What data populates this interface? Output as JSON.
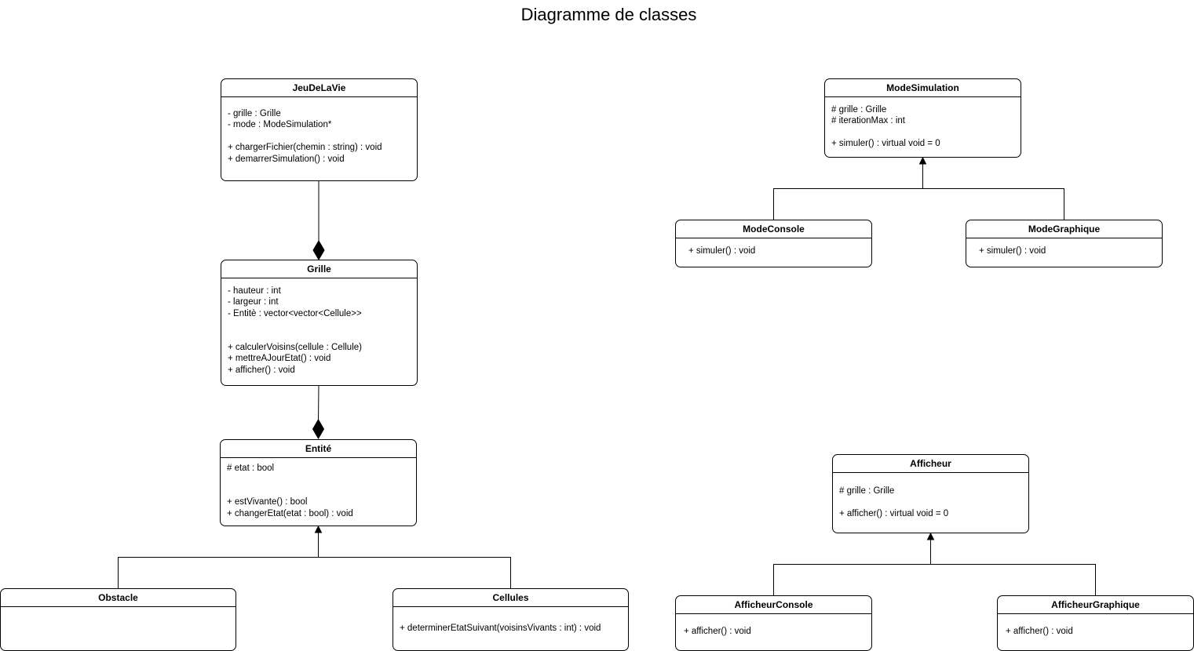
{
  "title": "Diagramme de classes",
  "classes": {
    "jeu": {
      "name": "JeuDeLaVie",
      "attributes": [
        "- grille : Grille",
        "- mode : ModeSimulation*"
      ],
      "methods": [
        "+ chargerFichier(chemin : string) : void",
        "+ demarrerSimulation() : void"
      ]
    },
    "grille": {
      "name": "Grille",
      "attributes": [
        "- hauteur : int",
        "- largeur : int",
        "- Entitè : vector<vector<Cellule>>"
      ],
      "methods": [
        "+ calculerVoisins(cellule : Cellule)",
        "+ mettreAJourEtat() : void",
        "+ afficher() : void"
      ]
    },
    "entite": {
      "name": "Entité",
      "attributes": [
        "# etat : bool"
      ],
      "methods": [
        "+ estVivante() : bool",
        "+ changerEtat(etat : bool) : void"
      ]
    },
    "obstacle": {
      "name": "Obstacle",
      "attributes": [],
      "methods": []
    },
    "cellules": {
      "name": "Cellules",
      "attributes": [],
      "methods": [
        "+ determinerEtatSuivant(voisinsVivants : int) : void"
      ]
    },
    "modesim": {
      "name": "ModeSimulation",
      "attributes": [
        "# grille : Grille",
        "# iterationMax : int"
      ],
      "methods": [
        "+ simuler() : virtual void = 0"
      ]
    },
    "modecons": {
      "name": "ModeConsole",
      "attributes": [],
      "methods": [
        "+ simuler() : void"
      ]
    },
    "modegraph": {
      "name": "ModeGraphique",
      "attributes": [],
      "methods": [
        "+ simuler() : void"
      ]
    },
    "afficheur": {
      "name": "Afficheur",
      "attributes": [
        "# grille : Grille"
      ],
      "methods": [
        "+ afficher() : virtual void = 0"
      ]
    },
    "affcons": {
      "name": "AfficheurConsole",
      "attributes": [],
      "methods": [
        "+ afficher() : void"
      ]
    },
    "affgraph": {
      "name": "AfficheurGraphique",
      "attributes": [],
      "methods": [
        "+ afficher() : void"
      ]
    }
  },
  "relations": [
    {
      "type": "composition",
      "from": "JeuDeLaVie",
      "to": "Grille"
    },
    {
      "type": "composition",
      "from": "Grille",
      "to": "Entité"
    },
    {
      "type": "inheritance",
      "child": "Obstacle",
      "parent": "Entité"
    },
    {
      "type": "inheritance",
      "child": "Cellules",
      "parent": "Entité"
    },
    {
      "type": "inheritance",
      "child": "ModeConsole",
      "parent": "ModeSimulation"
    },
    {
      "type": "inheritance",
      "child": "ModeGraphique",
      "parent": "ModeSimulation"
    },
    {
      "type": "inheritance",
      "child": "AfficheurConsole",
      "parent": "Afficheur"
    },
    {
      "type": "inheritance",
      "child": "AfficheurGraphique",
      "parent": "Afficheur"
    }
  ]
}
